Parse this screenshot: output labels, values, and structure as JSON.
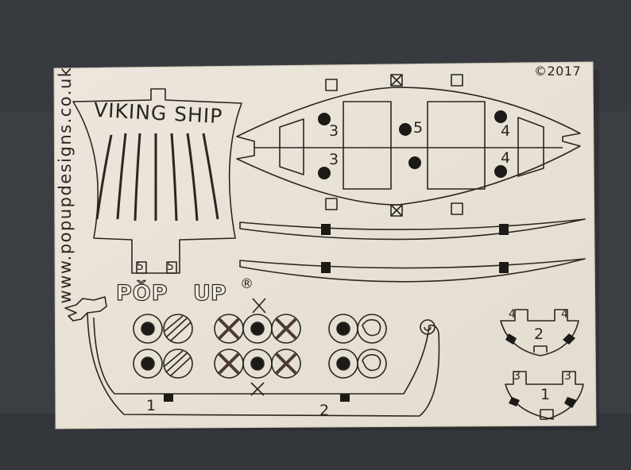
{
  "card": {
    "copyright": "©2017",
    "website": "www.popupdesigns.co.uk",
    "sail_title": "VIKING SHIP",
    "logo_pop": "PǑP",
    "logo_up": "UP",
    "logo_reg": "®"
  },
  "part_numbers": {
    "hull_top_left": "3",
    "hull_top_mid": "5",
    "hull_top_right": "4",
    "hull_bot_left": "3",
    "hull_bot_right": "4",
    "mast_left": "5",
    "mast_right": "5",
    "side_left": "1",
    "side_right": "2",
    "stand_top_num": "2",
    "stand_top_tab_l": "4",
    "stand_top_tab_r": "4",
    "stand_bot_num": "1",
    "stand_bot_tab_l": "3",
    "stand_bot_tab_r": "3"
  },
  "colors": {
    "background": "#3b3e42",
    "wood": "#e9e3d8",
    "line": "#2a2620"
  }
}
